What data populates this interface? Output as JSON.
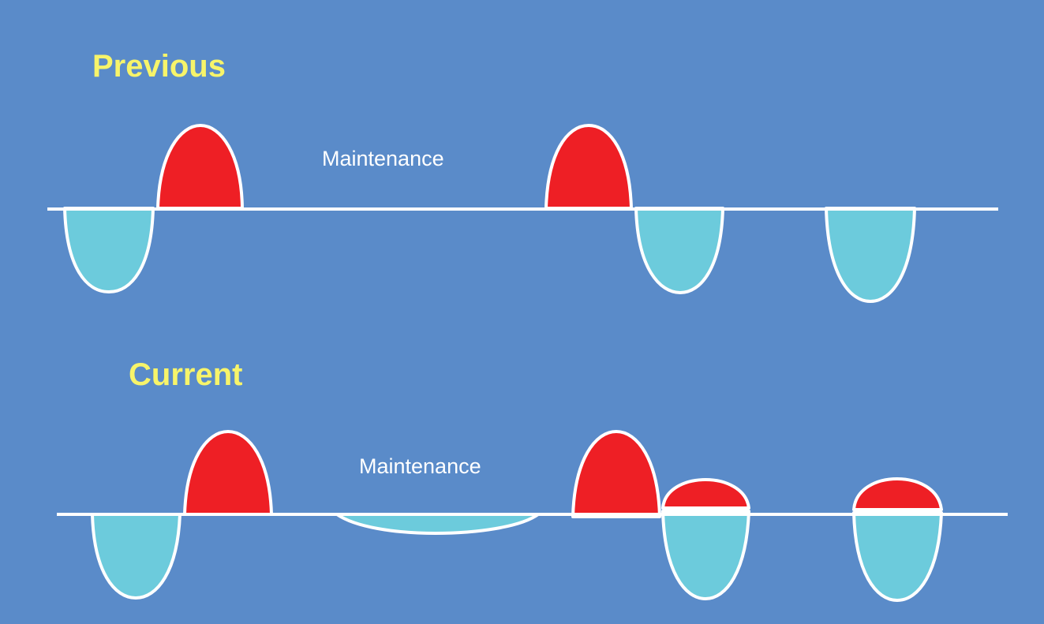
{
  "diagram": {
    "colors": {
      "background": "#5a8bc9",
      "heading": "#f7f46a",
      "label": "#ffffff",
      "baseline": "#ffffff",
      "above_lobe": "#ee1f25",
      "below_lobe": "#6ccbdc",
      "outline": "#ffffff"
    },
    "previous": {
      "heading": "Previous",
      "label": "Maintenance"
    },
    "current": {
      "heading": "Current",
      "label": "Maintenance"
    }
  }
}
